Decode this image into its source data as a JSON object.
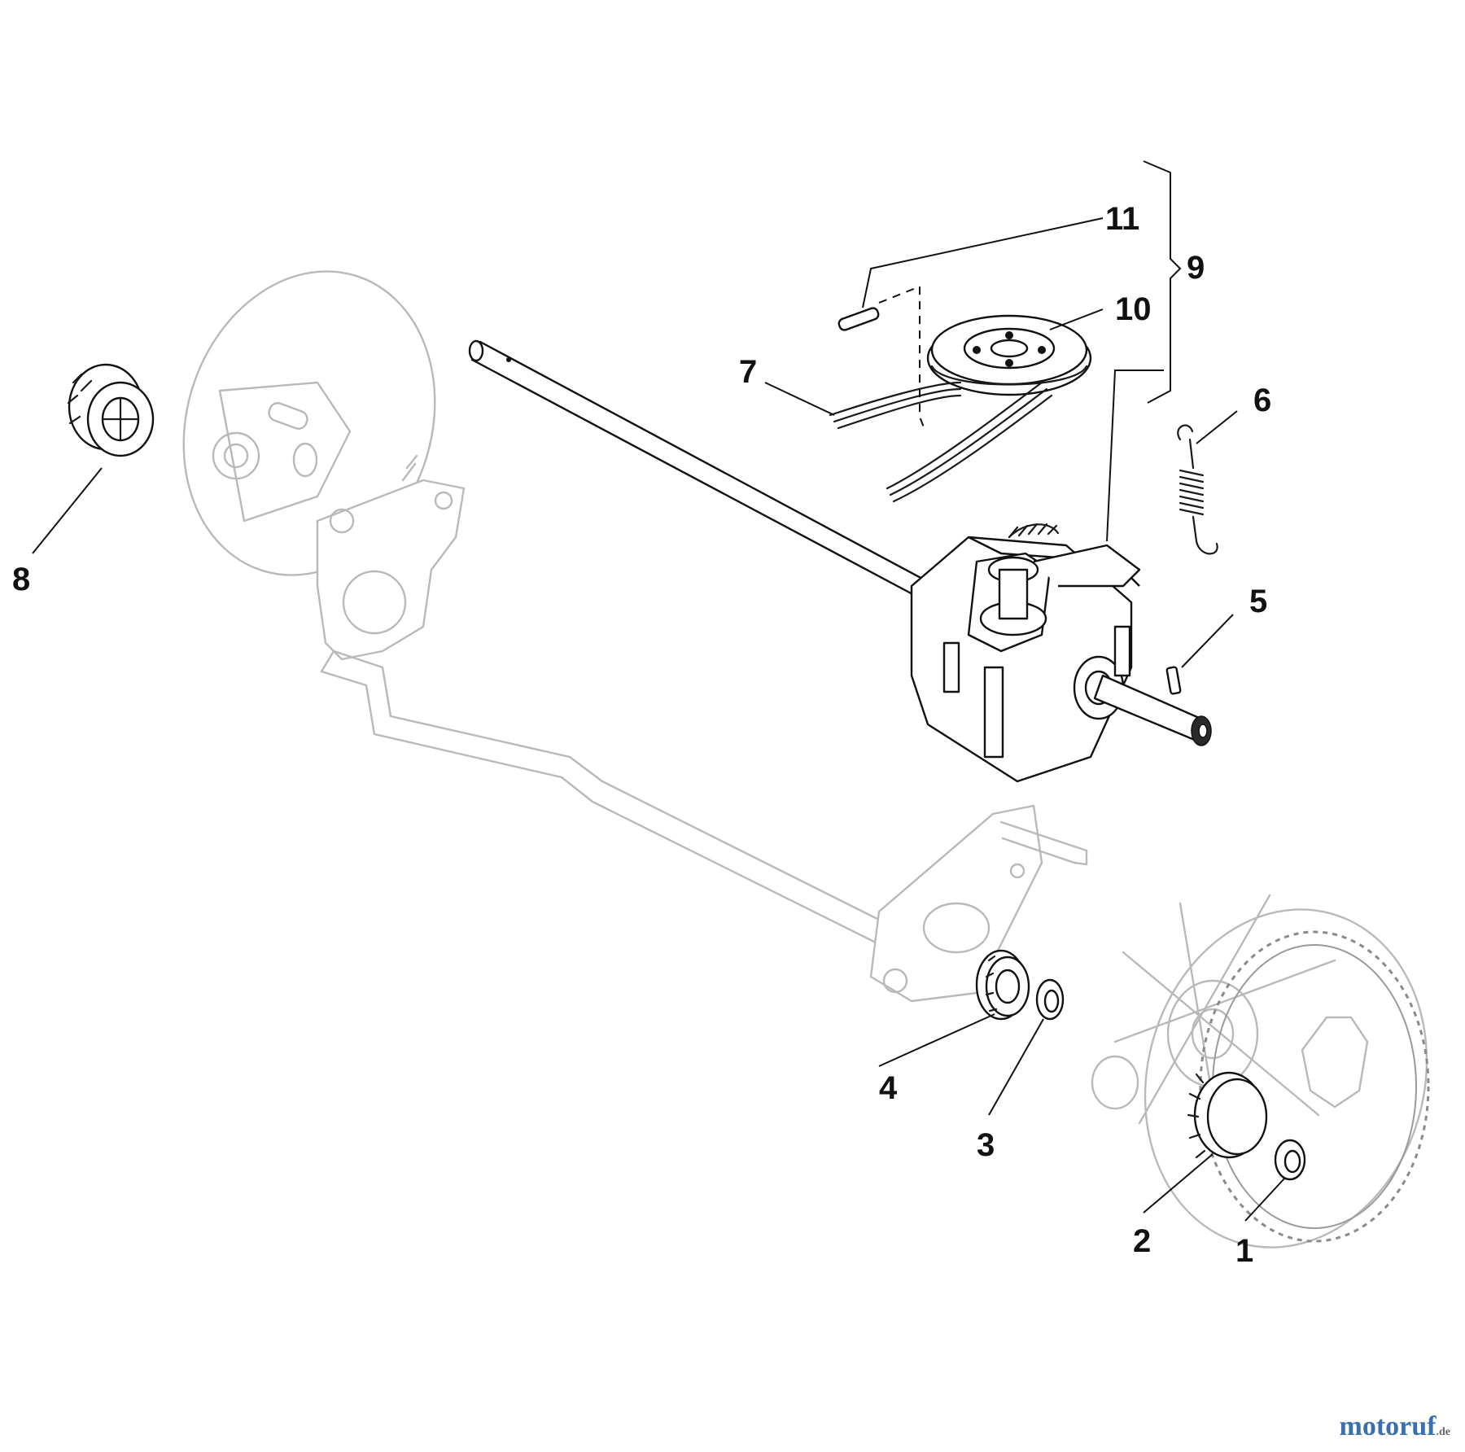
{
  "callouts": {
    "c1": "1",
    "c2": "2",
    "c3": "3",
    "c4": "4",
    "c5": "5",
    "c6": "6",
    "c7": "7",
    "c8": "8",
    "c9": "9",
    "c10": "10",
    "c11": "11"
  },
  "watermark": {
    "name": "motoruf",
    "tld": ".de"
  },
  "colors": {
    "ink": "#111111",
    "ghost": "#b9b9b9",
    "brand": "#3a6fb0"
  }
}
